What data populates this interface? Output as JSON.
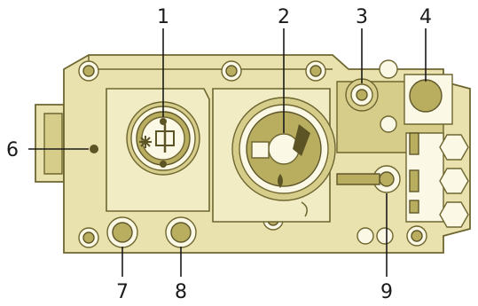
{
  "callouts": [
    {
      "id": "1",
      "label": "1"
    },
    {
      "id": "2",
      "label": "2"
    },
    {
      "id": "3",
      "label": "3"
    },
    {
      "id": "4",
      "label": "4"
    },
    {
      "id": "6",
      "label": "6"
    },
    {
      "id": "7",
      "label": "7"
    },
    {
      "id": "8",
      "label": "8"
    },
    {
      "id": "9",
      "label": "9"
    }
  ],
  "colors": {
    "body": "#e9e2ae",
    "outline": "#6e6630",
    "text": "#1a1a1a"
  }
}
